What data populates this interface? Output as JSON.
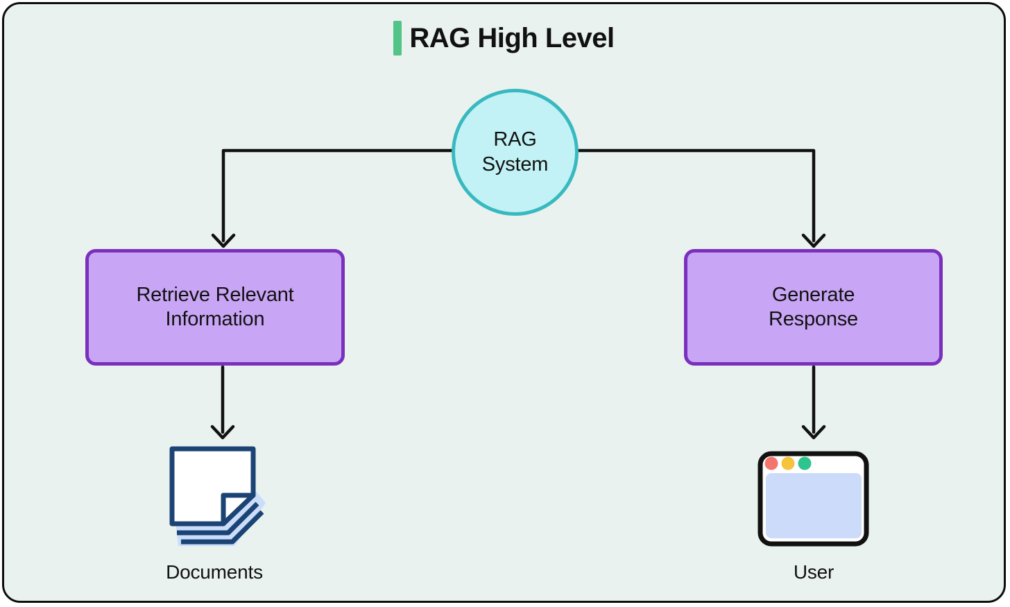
{
  "title": {
    "text": "RAG High Level"
  },
  "colors": {
    "background": "#e9f2ee",
    "frame_border": "#0d0d0d",
    "title_accent": "#52c487",
    "connector": "#111111",
    "circle_fill": "#c2f2f5",
    "circle_border": "#38b9c0",
    "box_fill": "#c9a6f5",
    "box_border": "#7a30bd",
    "doc_icon_outline": "#1b4374",
    "doc_icon_fill": "#caddfb",
    "window_outline": "#111111",
    "window_content": "#ccdbfa",
    "dot_red": "#f4756e",
    "dot_yellow": "#f6c33c",
    "dot_green": "#2ec48d"
  },
  "nodes": {
    "rag_system": {
      "label": "RAG\nSystem",
      "shape": "circle"
    },
    "retrieve": {
      "label": "Retrieve Relevant\nInformation",
      "shape": "rounded-rect"
    },
    "generate": {
      "label": "Generate\nResponse",
      "shape": "rounded-rect"
    },
    "documents": {
      "label": "Documents",
      "icon": "documents-stack-icon"
    },
    "user": {
      "label": "User",
      "icon": "browser-window-icon"
    }
  },
  "edges": [
    {
      "from": "rag_system",
      "to": "retrieve"
    },
    {
      "from": "rag_system",
      "to": "generate"
    },
    {
      "from": "retrieve",
      "to": "documents"
    },
    {
      "from": "generate",
      "to": "user"
    }
  ]
}
